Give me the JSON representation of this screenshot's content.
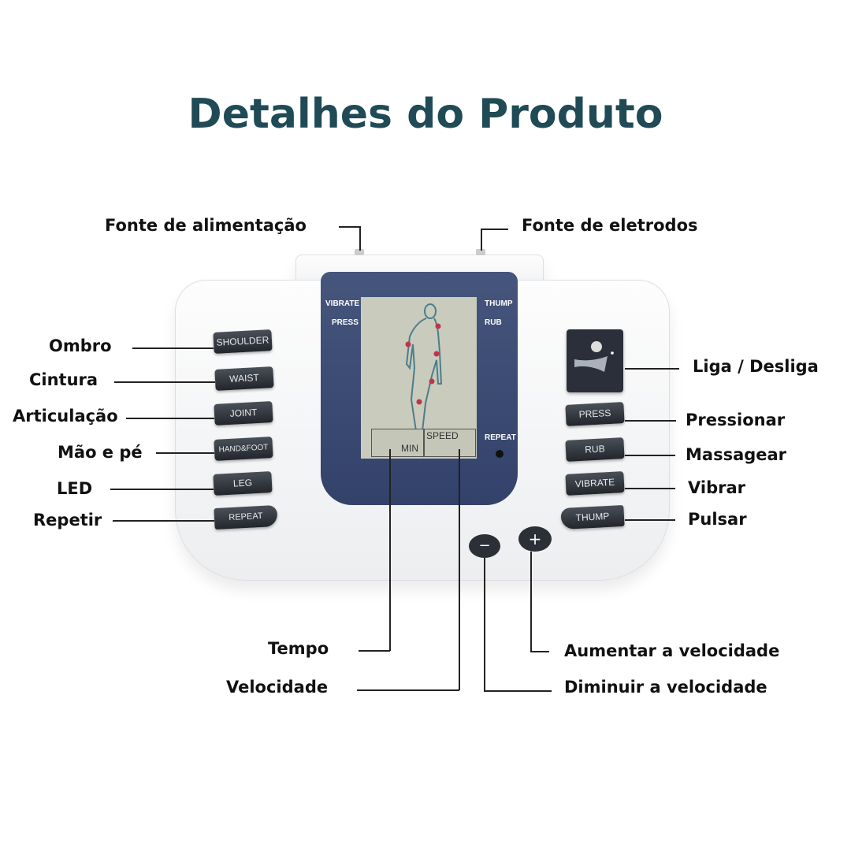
{
  "title": "Detalhes do Produto",
  "labels": {
    "power_source": "Fonte de alimentação",
    "electrode_source": "Fonte de eletrodos",
    "shoulder": "Ombro",
    "waist": "Cintura",
    "joint": "Articulação",
    "hand_foot": "Mão e pé",
    "led": "LED",
    "repeat": "Repetir",
    "power_toggle": "Liga / Desliga",
    "press": "Pressionar",
    "rub": "Massagear",
    "vibrate": "Vibrar",
    "thump": "Pulsar",
    "time": "Tempo",
    "speed": "Velocidade",
    "increase": "Aumentar a velocidade",
    "decrease": "Diminuir a velocidade"
  },
  "device": {
    "left_buttons": [
      "SHOULDER",
      "WAIST",
      "JOINT",
      "HAND&FOOT",
      "LEG",
      "REPEAT"
    ],
    "right_buttons": [
      "PRESS",
      "RUB",
      "VIBRATE",
      "THUMP"
    ],
    "screen": {
      "left_top": "VIBRATE",
      "left_bottom": "PRESS",
      "right_top": "THUMP",
      "right_bottom": "RUB",
      "repeat": "REPEAT",
      "min": "MIN",
      "speed": "SPEED"
    },
    "minus": "−",
    "plus": "+"
  },
  "colors": {
    "title": "#1f4a56",
    "screen": "#3b4a72",
    "lcd": "#c9cbbd"
  }
}
